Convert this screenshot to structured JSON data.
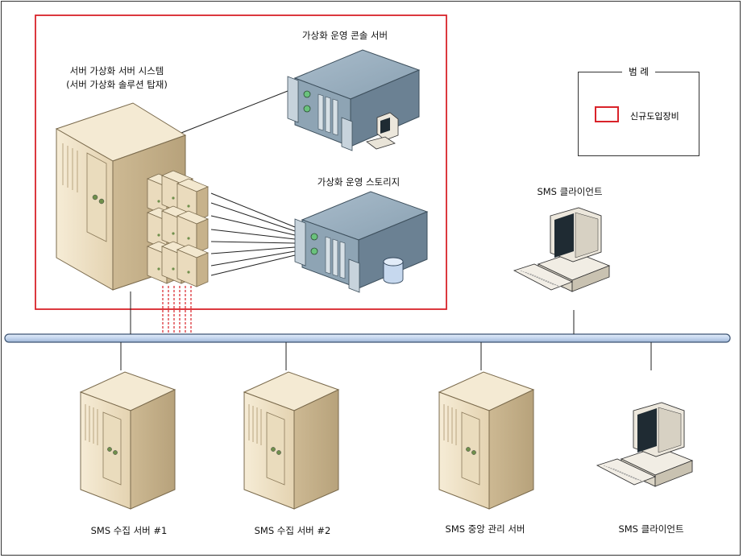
{
  "legend": {
    "title": "범 례",
    "item": "신규도입장비",
    "color": "#d9232a"
  },
  "virtualization_system": {
    "title_line1": "서버 가상화 서버 시스템",
    "title_line2": "(서버 가상화 솔루션 탑재)"
  },
  "console_server": {
    "label": "가상화 운영 콘솔 서버"
  },
  "storage": {
    "label": "가상화 운영 스토리지"
  },
  "sms_client_top": {
    "label": "SMS 클라이언트"
  },
  "bottom_nodes": [
    {
      "label": "SMS 수집 서버 #1"
    },
    {
      "label": "SMS 수집 서버 #2"
    },
    {
      "label": "SMS 중앙 관리 서버"
    },
    {
      "label": "SMS 클라이언트"
    }
  ],
  "colors": {
    "new_equipment_border": "#d9232a",
    "network_bus": "#c9daf0",
    "tower_body": "#efe2c7",
    "rack_server": "#7d96a8"
  }
}
